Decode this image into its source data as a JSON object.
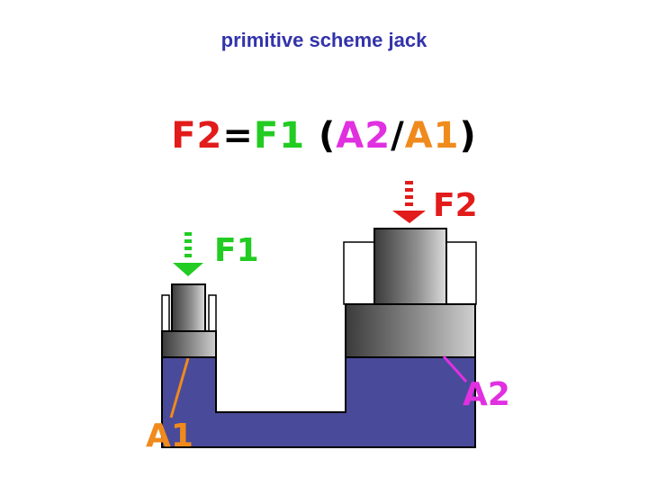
{
  "title": "primitive scheme jack",
  "formula": {
    "f2": "F2",
    "eq": "=",
    "f1": "F1",
    "open": "(",
    "a2": "A2",
    "slash": "/",
    "a1": "A1",
    "close": ")"
  },
  "labels": {
    "f1": "F1",
    "f2": "F2",
    "a1": "A1",
    "a2": "A2"
  },
  "colors": {
    "title": "#3333aa",
    "force_f2": "#e21b1b",
    "force_f1": "#22cc22",
    "area_a2": "#e030e0",
    "area_a1": "#f08a1c",
    "fluid": "#4a4a9a",
    "outline": "#000000"
  }
}
